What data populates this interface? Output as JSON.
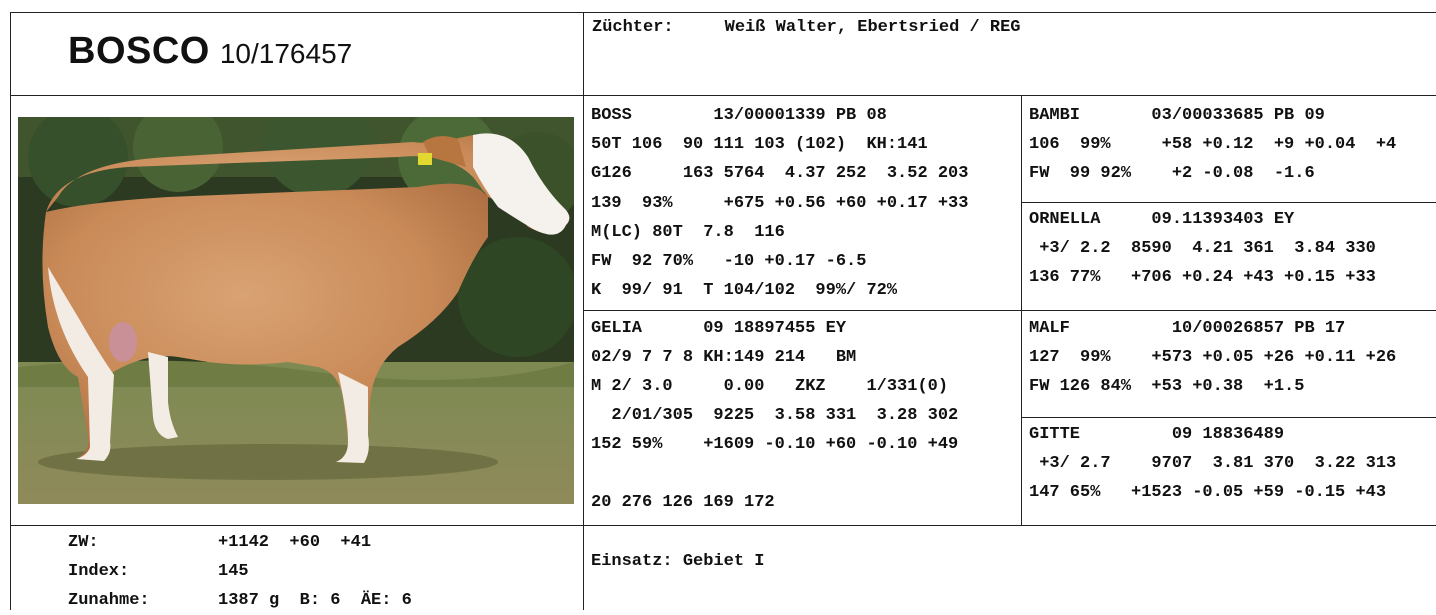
{
  "header": {
    "name": "BOSCO",
    "herdbook_number": "10/176457",
    "breeder_label": "Züchter:",
    "breeder_value": "Weiß Walter, Ebertsried / REG"
  },
  "photo": {
    "subject": "Fleckvieh bull, side view on pasture"
  },
  "sire": {
    "lines": [
      "BOSS        13/00001339 PB 08",
      "50T 106  90 111 103 (102)  KH:141",
      "G126     163 5764  4.37 252  3.52 203",
      "139  93%     +675 +0.56 +60 +0.17 +33",
      "M(LC) 80T  7.8  116",
      "FW  92 70%   -10 +0.17 -6.5",
      "K  99/ 91  T 104/102  99%/ 72%"
    ]
  },
  "dam": {
    "lines": [
      "GELIA      09 18897455 EY",
      "02/9 7 7 8 KH:149 214   BM",
      "M 2/ 3.0     0.00   ZKZ    1/331(0)",
      "  2/01/305  9225  3.58 331  3.28 302",
      "152 59%    +1609 -0.10 +60 -0.10 +49",
      "",
      "20 276 126 169 172"
    ]
  },
  "sire_sire": {
    "lines": [
      "BAMBI       03/00033685 PB 09",
      "106  99%     +58 +0.12  +9 +0.04  +4",
      "FW  99 92%    +2 -0.08  -1.6"
    ]
  },
  "sire_dam": {
    "lines": [
      "ORNELLA     09.11393403 EY",
      " +3/ 2.2  8590  4.21 361  3.84 330",
      "136 77%   +706 +0.24 +43 +0.15 +33"
    ]
  },
  "dam_sire": {
    "lines": [
      "MALF          10/00026857 PB 17",
      "127  99%    +573 +0.05 +26 +0.11 +26",
      "FW 126 84%  +53 +0.38  +1.5"
    ]
  },
  "dam_dam": {
    "lines": [
      "GITTE         09 18836489",
      " +3/ 2.7    9707  3.81 370  3.22 313",
      "147 65%   +1523 -0.05 +59 -0.15 +43"
    ]
  },
  "footer": {
    "rows": [
      {
        "label": "ZW:",
        "value": "+1142  +60  +41"
      },
      {
        "label": "Index:",
        "value": "145"
      },
      {
        "label": "Zunahme:",
        "value": "1387 g  B: 6  ÄE: 6"
      }
    ],
    "usage": "Einsatz: Gebiet I"
  }
}
